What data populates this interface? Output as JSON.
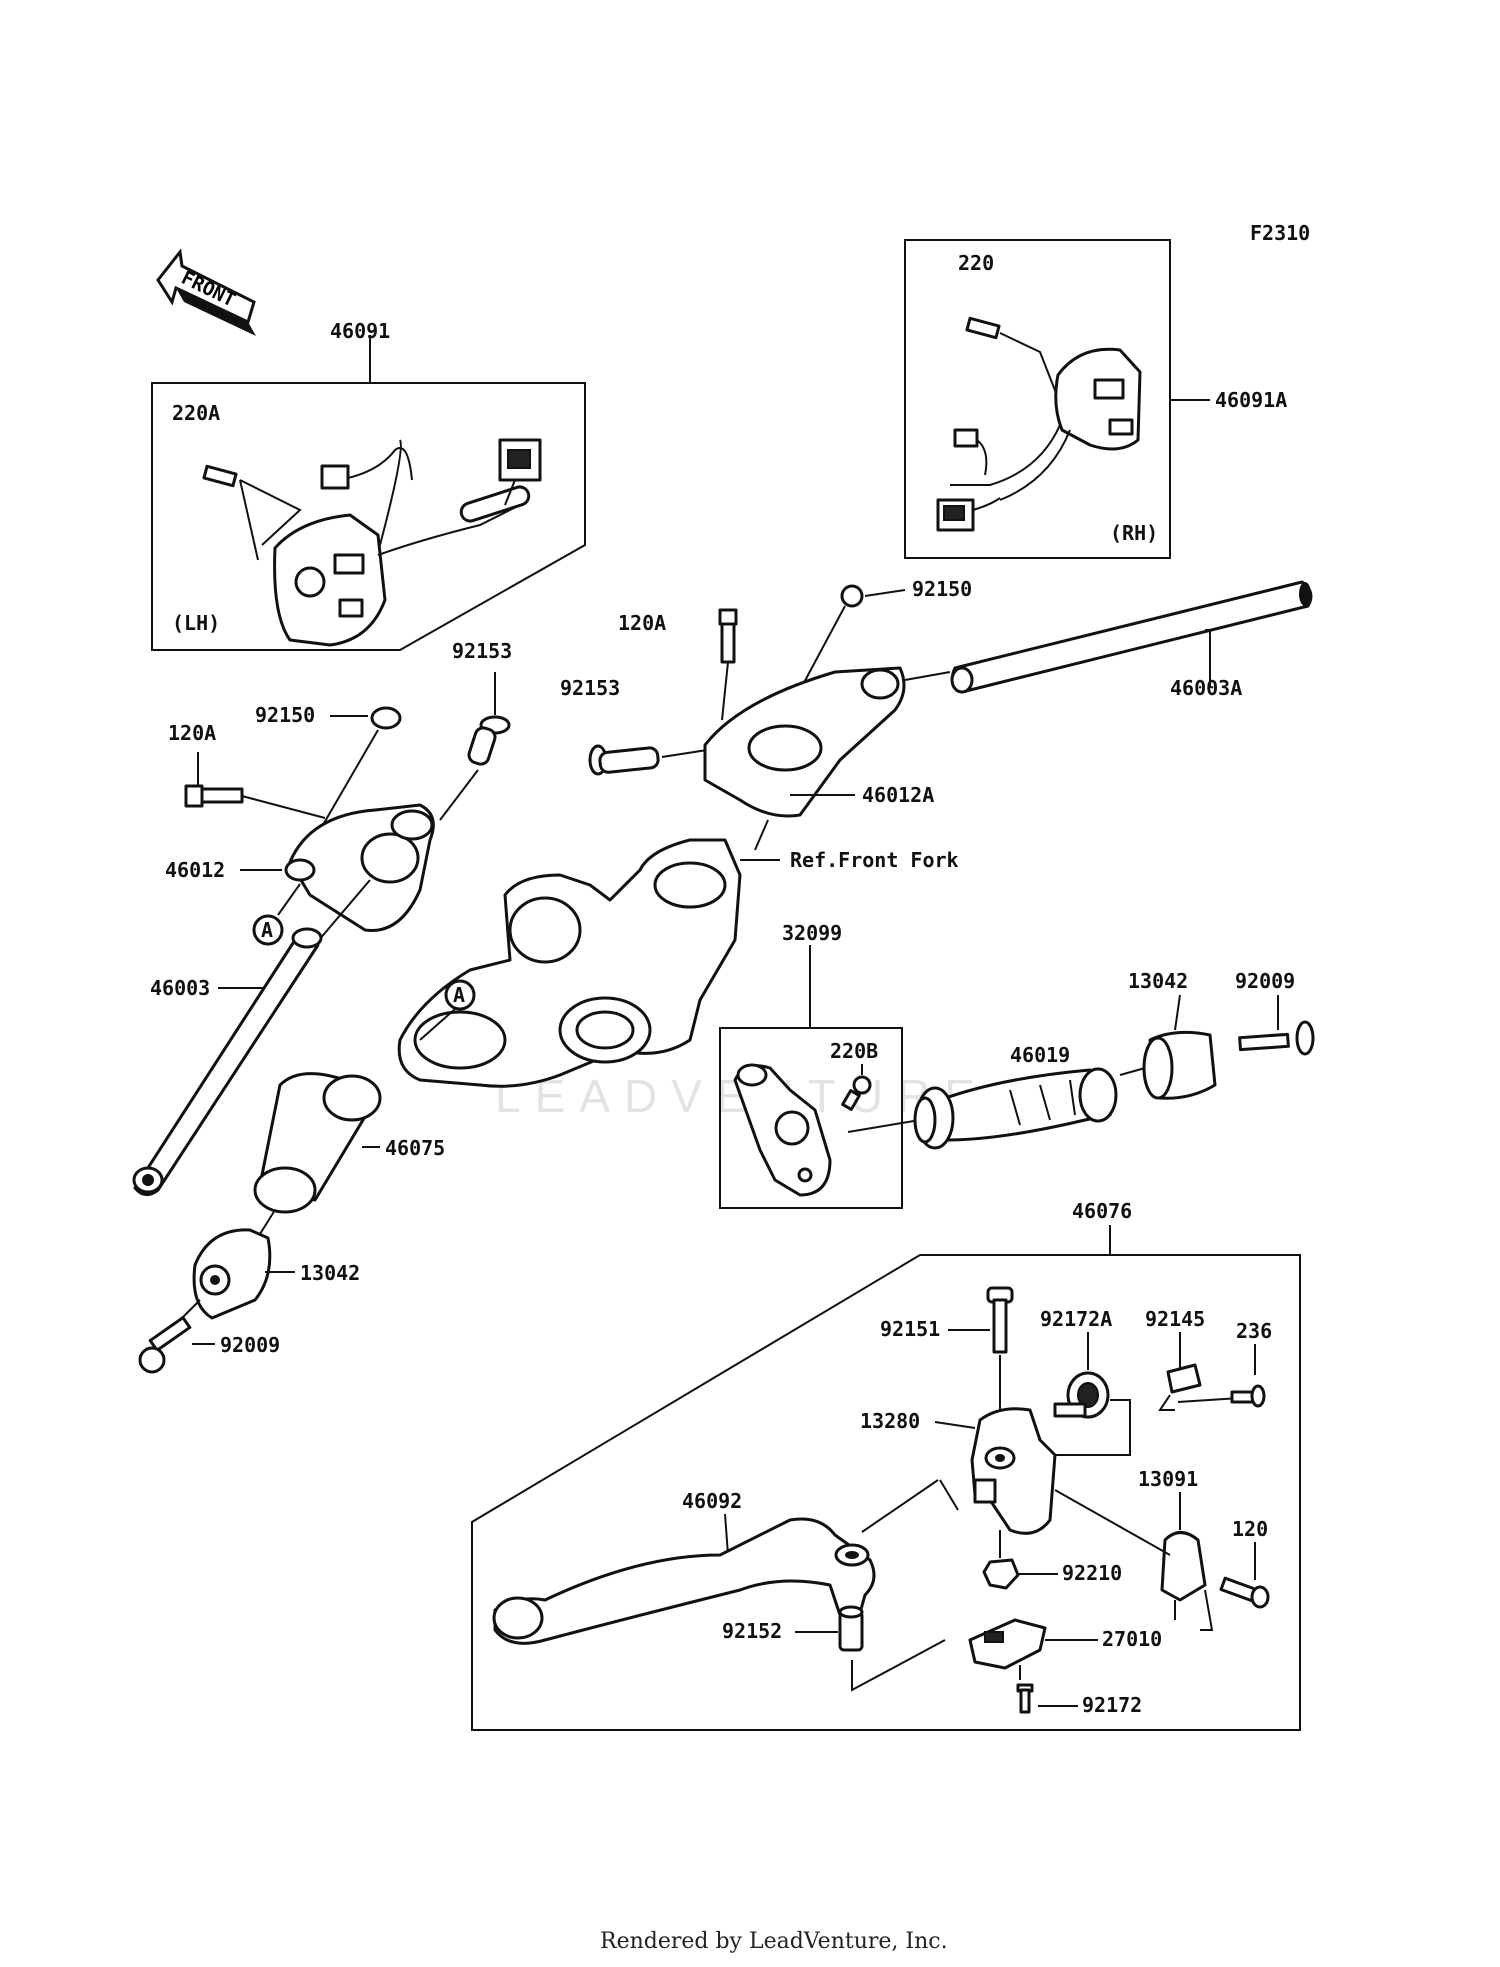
{
  "diagram": {
    "figure_code": "F2310",
    "front_arrow": "FRONT",
    "watermark": "LEADVENTURE",
    "footer": "Rendered by LeadVenture, Inc.",
    "side_labels": {
      "left": "(LH)",
      "right": "(RH)"
    },
    "reference_markers": [
      "A",
      "A"
    ],
    "reference_text": "Ref.Front Fork",
    "part_labels": {
      "p46091": "46091",
      "p220A": "220A",
      "p220": "220",
      "p46091A": "46091A",
      "p92150_r": "92150",
      "p120A_r": "120A",
      "p92153_r": "92153",
      "p46003A": "46003A",
      "p46012A": "46012A",
      "p92153_l": "92153",
      "p92150_l": "92150",
      "p120A_l": "120A",
      "p46012": "46012",
      "p46003": "46003",
      "p46075": "46075",
      "p13042_l": "13042",
      "p92009_l": "92009",
      "p32099": "32099",
      "p220B": "220B",
      "p46019": "46019",
      "p13042_r": "13042",
      "p92009_r": "92009",
      "p46076": "46076",
      "p92151": "92151",
      "p92172A": "92172A",
      "p92145": "92145",
      "p236": "236",
      "p13280": "13280",
      "p13091": "13091",
      "p46092": "46092",
      "p120": "120",
      "p92210": "92210",
      "p92152": "92152",
      "p27010": "27010",
      "p92172": "92172"
    }
  }
}
